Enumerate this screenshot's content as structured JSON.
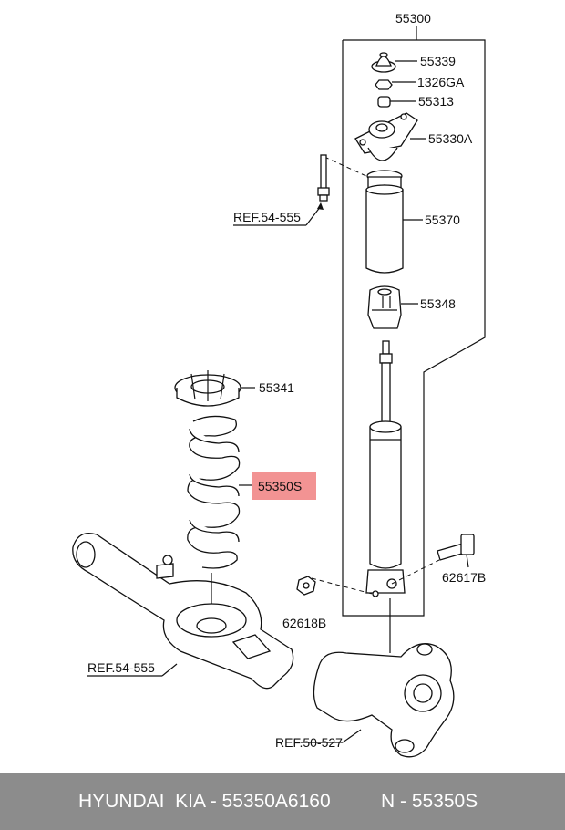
{
  "diagram": {
    "labels": {
      "assembly": "55300",
      "p55339": "55339",
      "p1326GA": "1326GA",
      "p55313": "55313",
      "p55330A": "55330A",
      "p55370": "55370",
      "p55348": "55348",
      "p55341": "55341",
      "p55350S": "55350S",
      "p62617B": "62617B",
      "p62618B": "62618B",
      "ref_upper": "REF.54-555",
      "ref_lower": "REF.54-555",
      "ref_knuckle": "REF.50-527"
    },
    "highlight_color": "#f08080"
  },
  "footer": {
    "brand": "HYUNDAI  KIA - 55350A6160",
    "number": "N - 55350S"
  }
}
